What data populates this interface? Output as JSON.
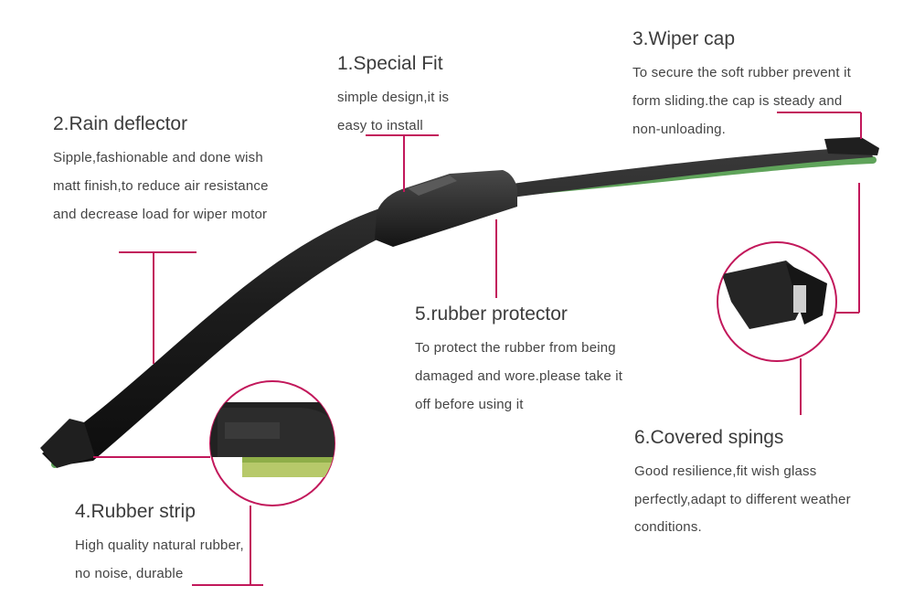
{
  "accent_color": "#c2185b",
  "callouts": {
    "special_fit": {
      "title": "1.Special Fit",
      "lines": [
        "simple design,it is",
        "easy to install"
      ]
    },
    "rain_deflector": {
      "title": "2.Rain  deflector",
      "lines": [
        "Sipple,fashionable and done wish",
        "matt finish,to reduce air resistance",
        "and decrease load for wiper motor"
      ]
    },
    "wiper_cap": {
      "title": "3.Wiper  cap",
      "lines": [
        "To secure the soft rubber prevent it",
        "form sliding.the cap is steady and",
        "non-unloading."
      ]
    },
    "rubber_strip": {
      "title": "4.Rubber  strip",
      "lines": [
        "High quality natural rubber,",
        "no noise, durable"
      ]
    },
    "rubber_protector": {
      "title": "5.rubber protector",
      "lines": [
        "To protect the rubber from being",
        "damaged and wore.please take it",
        "off before using it"
      ]
    },
    "covered_springs": {
      "title": "6.Covered  spings",
      "lines": [
        "Good resilience,fit wish glass",
        "perfectly,adapt to different weather",
        "conditions."
      ]
    }
  }
}
